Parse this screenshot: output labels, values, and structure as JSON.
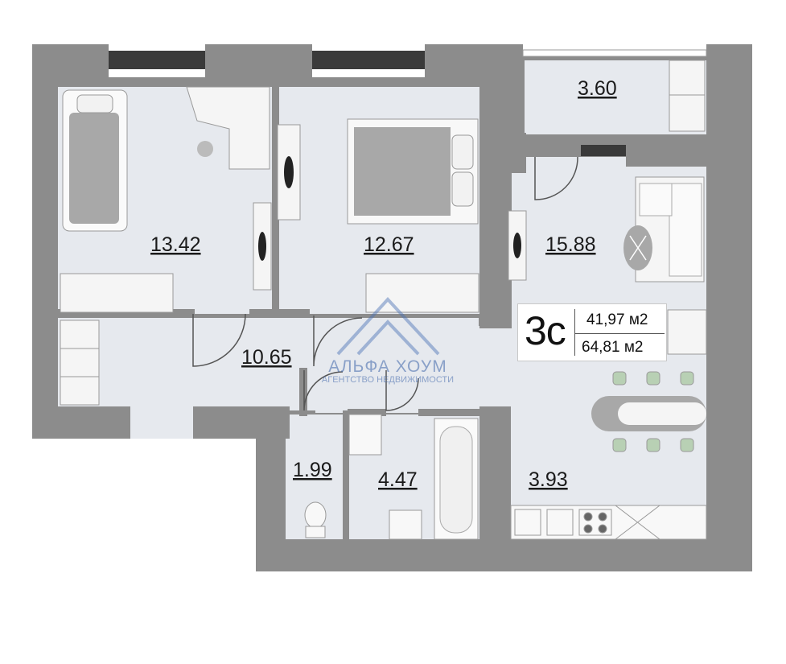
{
  "plan": {
    "rooms": [
      {
        "name": "bedroom-1",
        "area": "13.42"
      },
      {
        "name": "bedroom-2",
        "area": "12.67"
      },
      {
        "name": "balcony",
        "area": "3.60"
      },
      {
        "name": "living-room",
        "area": "15.88"
      },
      {
        "name": "hallway",
        "area": "10.65"
      },
      {
        "name": "toilet",
        "area": "1.99"
      },
      {
        "name": "bathroom",
        "area": "4.47"
      },
      {
        "name": "kitchen",
        "area": "3.93"
      }
    ],
    "apartment_type": "3с",
    "living_area": "41,97 м2",
    "total_area": "64,81 м2"
  },
  "watermark": {
    "title": "АЛЬФА ХОУМ",
    "subtitle": "АГЕНТСТВО НЕДВИЖИМОСТИ"
  },
  "colors": {
    "wall": "#8c8c8c",
    "floor": "#e6e9ee",
    "furniture": "#a8a8a8",
    "accent": "#4a6eb0"
  }
}
